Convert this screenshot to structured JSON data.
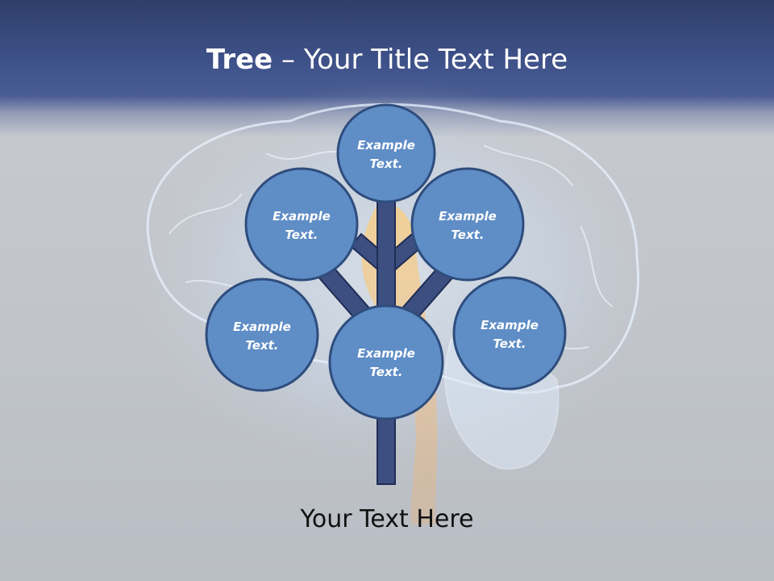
{
  "slide": {
    "title_bold": "Tree",
    "title_dash": " – ",
    "title_rest": "Your Title Text Here",
    "footer": "Your Text Here"
  },
  "colors": {
    "header": "#3e5189",
    "node_fill": "#5f8dc6",
    "node_stroke": "#2e4d7d",
    "trunk_fill": "#3d4f80",
    "trunk_stroke": "#1f2d55"
  },
  "tree": {
    "nodes": [
      {
        "line1": "Example",
        "line2": "Text."
      },
      {
        "line1": "Example",
        "line2": "Text."
      },
      {
        "line1": "Example",
        "line2": "Text."
      },
      {
        "line1": "Example",
        "line2": "Text."
      },
      {
        "line1": "Example",
        "line2": "Text."
      },
      {
        "line1": "Example",
        "line2": "Text."
      }
    ],
    "center": {
      "line1": "Example",
      "line2": "Text."
    }
  }
}
